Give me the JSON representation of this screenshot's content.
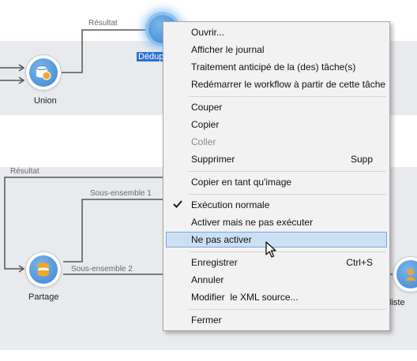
{
  "canvas": {
    "wire_labels": {
      "resultat_top": "Résultat",
      "resultat_mid": "Résultat",
      "sous_ensemble_1": "Sous-ensemble 1",
      "sous_ensemble_2": "Sous-ensemble 2"
    },
    "nodes": {
      "union": "Union",
      "dedup": "Dédup",
      "partage": "Partage",
      "liste": "liste"
    }
  },
  "context_menu": {
    "open": "Ouvrir...",
    "show_log": "Afficher le journal",
    "early_processing": "Traitement anticipé de la (des) tâche(s)",
    "restart_workflow": "Redémarrer le workflow à partir de cette tâche",
    "cut": "Couper",
    "copy": "Copier",
    "paste": "Coller",
    "delete": "Supprimer",
    "delete_shortcut": "Supp",
    "copy_as_image": "Copier en tant qu'image",
    "normal_execution": "Exécution normale",
    "enable_no_run": "Activer mais ne pas exécuter",
    "disable": "Ne pas activer",
    "save": "Enregistrer",
    "save_shortcut": "Ctrl+S",
    "cancel": "Annuler",
    "edit_xml": "Modifier  le XML source...",
    "close": "Fermer"
  },
  "icons": [
    "database-icon",
    "cursor-arrow-icon",
    "checkmark-icon",
    "person-icon"
  ],
  "colors": {
    "accent": "#2f6fd1",
    "hover": "#cce0f5",
    "band": "#e8eaed"
  }
}
